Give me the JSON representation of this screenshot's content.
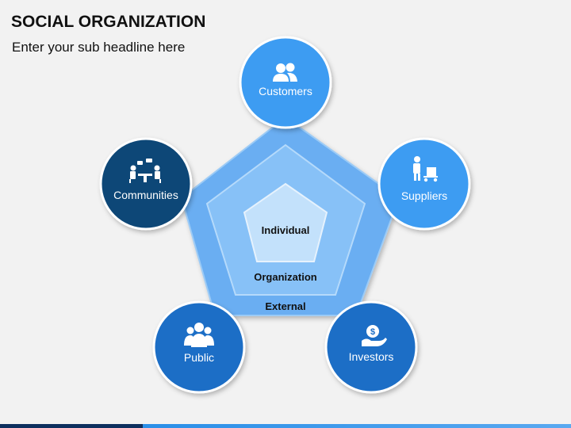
{
  "header": {
    "title": "SOCIAL ORGANIZATION",
    "subtitle": "Enter your sub headline here"
  },
  "layers": {
    "inner": "Individual",
    "middle": "Organization",
    "outer": "External"
  },
  "stakeholders": [
    {
      "label": "Customers",
      "icon": "users-icon",
      "color": "#3c9cf2"
    },
    {
      "label": "Suppliers",
      "icon": "delivery-person-icon",
      "color": "#3c9cf2"
    },
    {
      "label": "Investors",
      "icon": "money-hand-icon",
      "color": "#1d6ec6"
    },
    {
      "label": "Public",
      "icon": "group-icon",
      "color": "#1d6ec6"
    },
    {
      "label": "Communities",
      "icon": "meeting-icon",
      "color": "#0b4677"
    }
  ],
  "colors": {
    "outer_pentagon": "#6aaef2",
    "middle_pentagon": "#87c1f7",
    "inner_pentagon": "#c3e1fb",
    "bar_dark": "#0d2f5e",
    "bar_light": "#2a8fe8"
  }
}
